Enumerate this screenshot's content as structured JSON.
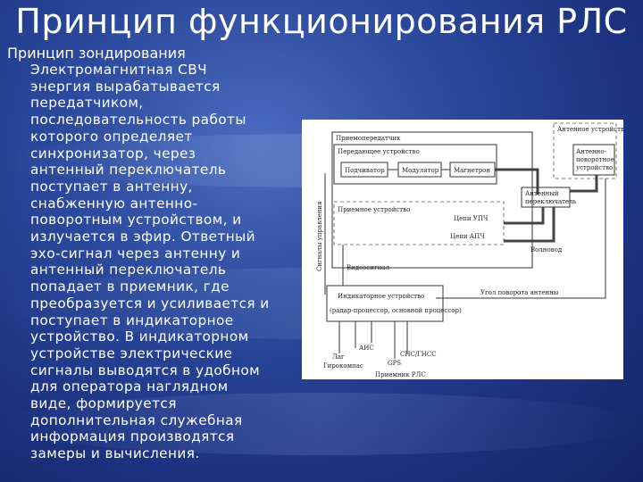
{
  "slide": {
    "title": "Принцип функционирования РЛС",
    "heading": "Принцип зондирования",
    "body_lines": [
      "Электромагнитная СВЧ",
      "энергия вырабатывается",
      "передатчиком,",
      "последовательность работы",
      "которого определяет",
      "синхронизатор, через",
      "антенный переключатель",
      "поступает в антенну,",
      "снабженную антенно-",
      "поворотным устройством, и",
      "излучается в эфир. Ответный",
      "эхо-сигнал через антенну и",
      "антенный переключатель",
      "попадает в приемник, где",
      "преобразуется и усиливается и",
      "поступает в индикаторное",
      "устройство. В индикаторном",
      "устройстве электрические",
      "сигналы выводятся в удобном",
      "для оператора наглядном",
      "виде, формируется",
      "дополнительная служебная",
      "информация производятся",
      "замеры и вычисления."
    ]
  },
  "diagram": {
    "transceiver": "Приемопередатчик",
    "transmitter": "Передающее устройство",
    "synchronizer": "Подчиватор",
    "modulator": "Модулятор",
    "magnetron": "Магнетрон",
    "antenna_device": "Антенное устройство",
    "antenna_rotator_line1": "Антенно-",
    "antenna_rotator_line2": "поворотное",
    "antenna_rotator_line3": "устройство",
    "antenna_switch_line1": "Антенный",
    "antenna_switch_line2": "переключатель",
    "receiver": "Приемное устройство",
    "upch_circuit": "Цепи УПЧ",
    "apch_circuit": "Цепи АПЧ",
    "waveguide": "Волновод",
    "sync_signals": "Сигналы управления",
    "video_signal": "Видеосигнал",
    "angle_signal": "Угол поворота антенны",
    "indicator_line1": "Индикаторное устройство",
    "indicator_line2": "(радар-процессор, основной процессор)",
    "ais": "АИС",
    "log": "Лаг",
    "gyrocompass": "Гирокомпас",
    "gps": "GPS",
    "gnss": "СНС/ГНСС",
    "receivers_rls": "Приемник РЛС"
  }
}
